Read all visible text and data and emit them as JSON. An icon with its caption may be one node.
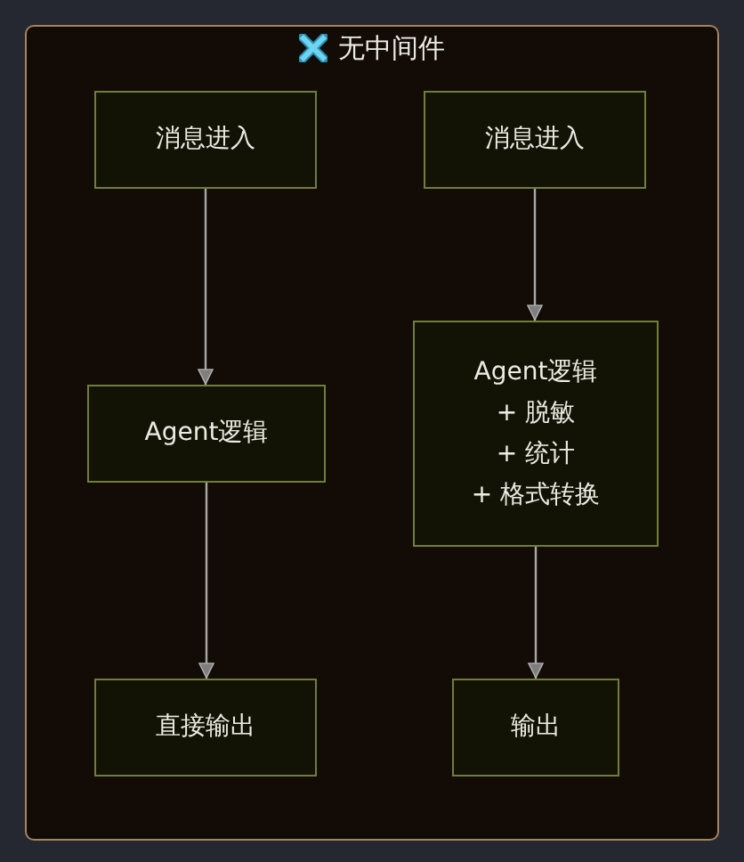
{
  "diagram": {
    "nodes": [
      {
        "text": [
          "无中间件"
        ]
      },
      {
        "text": [
          "消息进入"
        ],
        "in": 0
      },
      {
        "text": [
          "消息进入"
        ],
        "in": 0
      },
      {
        "text": [
          "Agent逻辑"
        ],
        "in": 0
      },
      {
        "text": [
          "Agent逻辑",
          "+ 脱敏",
          "+ 统计",
          "+ 格式转换"
        ],
        "in": 0
      },
      {
        "text": [
          "直接输出"
        ],
        "in": 0
      },
      {
        "text": [
          "输出"
        ],
        "in": 0
      }
    ],
    "edges": [
      {
        "from": 1,
        "to": 3,
        "arrow": "to"
      },
      {
        "from": 3,
        "to": 5,
        "arrow": "to"
      },
      {
        "from": 2,
        "to": 4,
        "arrow": "to"
      },
      {
        "from": 4,
        "to": 6,
        "arrow": "to"
      }
    ]
  }
}
